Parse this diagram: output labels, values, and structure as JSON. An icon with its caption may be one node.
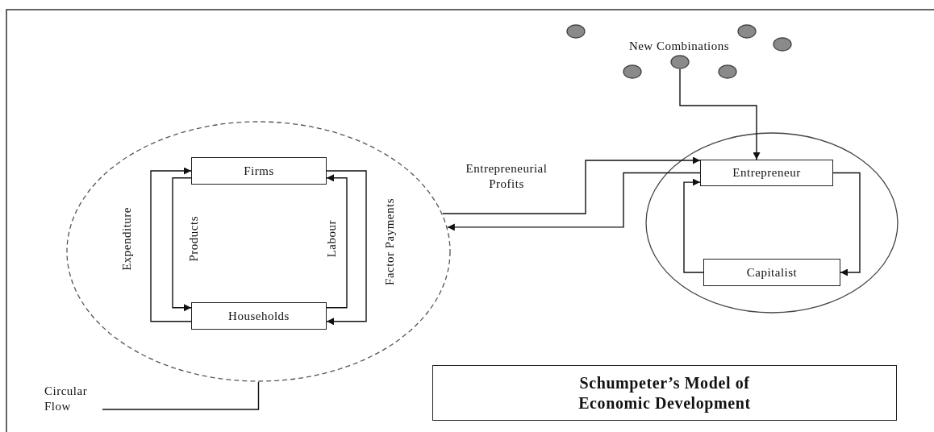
{
  "diagram": {
    "title": "Schumpeter’s Model of Economic Development",
    "nodes": [
      {
        "text": [],
        "shape": "circle"
      },
      {
        "text": [
          "Firms"
        ],
        "in": 0
      },
      {
        "text": [
          "Households"
        ],
        "in": 0
      },
      {
        "text": [],
        "shape": "circle"
      },
      {
        "text": [
          "Entrepreneur"
        ],
        "in": 3
      },
      {
        "text": [
          "Capitalist"
        ],
        "in": 3
      },
      {
        "text": [],
        "shape": "circle"
      },
      {
        "text": [],
        "shape": "circle"
      },
      {
        "text": [],
        "shape": "circle"
      },
      {
        "text": [],
        "shape": "circle"
      },
      {
        "text": [],
        "shape": "circle"
      },
      {
        "text": [],
        "shape": "circle"
      },
      {
        "text": [
          "Circular Flow"
        ]
      }
    ],
    "edges": [
      {
        "from": 2,
        "to": 1,
        "arrow": "to",
        "label": "Expenditure"
      },
      {
        "from": 1,
        "to": 2,
        "arrow": "to",
        "label": "Products"
      },
      {
        "from": 2,
        "to": 1,
        "arrow": "to",
        "label": "Labour"
      },
      {
        "from": 1,
        "to": 2,
        "arrow": "to",
        "label": "Factor Payments"
      },
      {
        "from": 8,
        "to": 4,
        "arrow": "to"
      },
      {
        "from": 0,
        "to": 4,
        "arrow": "to",
        "label": "Entrepreneurial Profits"
      },
      {
        "from": 4,
        "to": 0,
        "arrow": "to"
      },
      {
        "from": 4,
        "to": 5,
        "arrow": "to"
      },
      {
        "from": 5,
        "to": 4,
        "arrow": "to"
      },
      {
        "from": 12,
        "to": 0,
        "arrow": "none"
      }
    ],
    "labels": [
      "New Combinations"
    ]
  }
}
